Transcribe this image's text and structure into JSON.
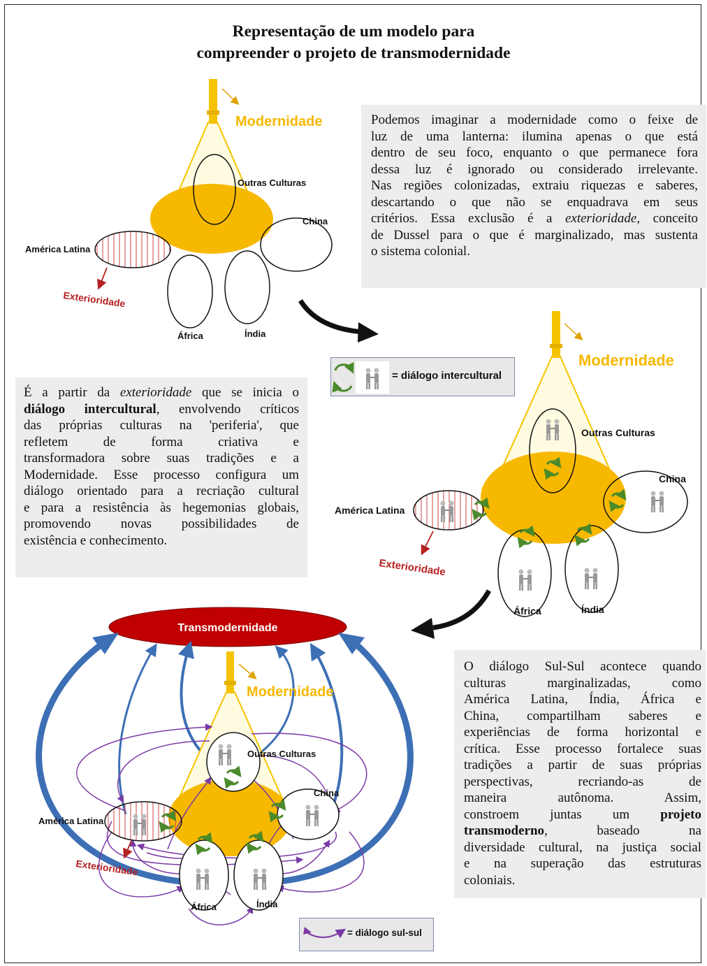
{
  "title": {
    "line1": "Representação de um modelo para",
    "line2": "compreender o projeto de transmodernidade"
  },
  "labels": {
    "modernidade": "Modernidade",
    "outras_culturas": "Outras Culturas",
    "china": "China",
    "america_latina": "América Latina",
    "africa": "África",
    "india": "Índia",
    "exterioridade": "Exterioridade",
    "transmodernidade": "Transmodernidade"
  },
  "legend": {
    "intercultural": "= diálogo intercultural",
    "sul_sul": "= diálogo sul-sul"
  },
  "paragraph1": {
    "lines": [
      "Podemos imaginar a modernidade como o feixe de",
      "luz de uma lanterna: ilumina apenas o que está",
      "dentro de seu foco, enquanto o que permanece fora",
      "dessa luz é ignorado ou considerado irrelevante.",
      "Nas regiões colonizadas, extraiu riquezas e saberes,",
      "descartando o que não se enquadrava em seus",
      "critérios. Essa exclusão é a ",
      "de Dussel para o que é marginalizado, mas sustenta",
      "o sistema colonial."
    ],
    "italic_term": "exterioridade",
    "line7_tail": ", conceito"
  },
  "paragraph2": {
    "line1_start": "É a partir da ",
    "italic_term": "exterioridade",
    "line1_end": " que se inicia o",
    "bold_term": "diálogo intercultural",
    "line2_end": ", envolvendo críticos",
    "lines": [
      "das próprias culturas na 'periferia', que",
      "refletem de forma criativa e",
      "transformadora sobre suas tradições e a",
      "Modernidade. Esse processo configura um",
      "diálogo orientado para a recriação cultural",
      "e para a resistência às hegemonias globais,",
      "promovendo novas possibilidades de",
      "existência e conhecimento."
    ]
  },
  "paragraph3": {
    "lines": [
      "O diálogo Sul-Sul acontece quando",
      "culturas marginalizadas, como",
      "América Latina, Índia, África e",
      "China, compartilham saberes e",
      "experiências de forma horizontal e",
      "crítica. Esse processo fortalece suas",
      "tradições a partir de suas próprias",
      "perspectivas, recriando-as de",
      "maneira autônoma. Assim,",
      "constroem juntas um "
    ],
    "bold1": "projeto",
    "bold2": "transmoderno",
    "after_bold2": ", baseado na",
    "lines_end": [
      "diversidade cultural, na justiça social",
      "e na superação das estruturas",
      "coloniais."
    ]
  },
  "colors": {
    "beam": "#f5c300",
    "ellipse_fill": "#f7b800",
    "exterioridade": "#b52222",
    "transmodernidade": "#c00000",
    "blue_arrow": "#3d6fb5",
    "purple_arrow": "#7a3aa5",
    "green_arrow": "#4b8a2b"
  }
}
